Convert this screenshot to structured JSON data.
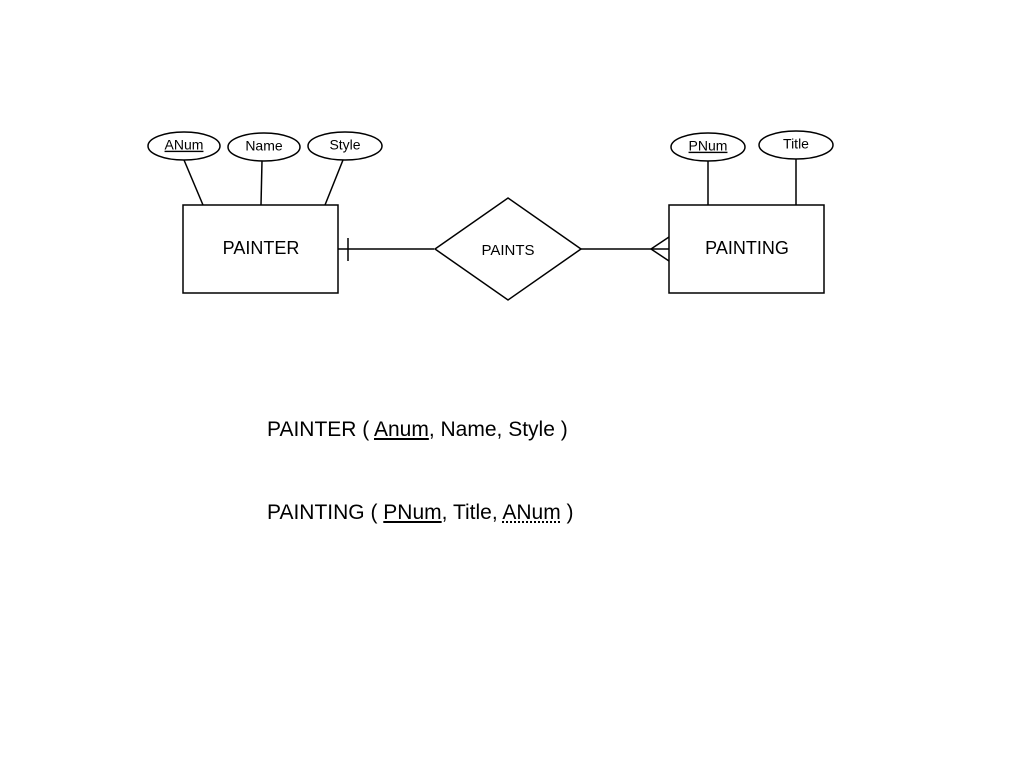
{
  "diagram": {
    "entities": {
      "painter": "PAINTER",
      "painting": "PAINTING"
    },
    "relationship": "PAINTS",
    "attributes": {
      "painter": [
        "ANum",
        "Name",
        "Style"
      ],
      "painting": [
        "PNum",
        "Title"
      ]
    },
    "cardinality": {
      "painter_side": "one",
      "painting_side": "many"
    }
  },
  "schema": {
    "painter": {
      "relation": "PAINTER",
      "open": " ( ",
      "key": "Anum",
      "rest": ", Name, Style )"
    },
    "painting": {
      "relation": "PAINTING",
      "open": " ( ",
      "key": "PNum",
      "mid": ", Title, ",
      "foreign_key": "ANum",
      "close": " )"
    }
  }
}
